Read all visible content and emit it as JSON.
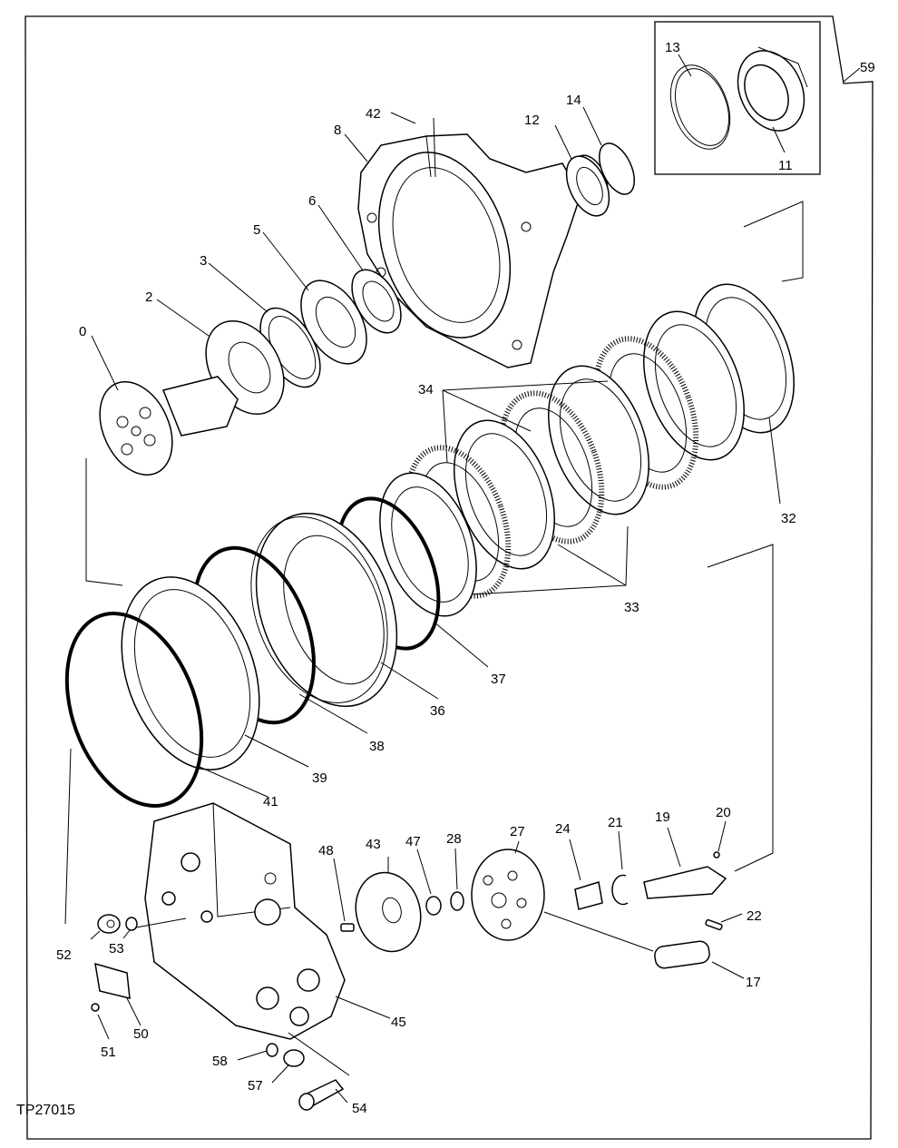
{
  "figure_code": "TP27015",
  "callouts": [
    "0",
    "2",
    "3",
    "5",
    "6",
    "8",
    "42",
    "12",
    "14",
    "13",
    "11",
    "59",
    "34",
    "32",
    "33",
    "37",
    "36",
    "38",
    "39",
    "41",
    "48",
    "43",
    "47",
    "28",
    "27",
    "24",
    "21",
    "19",
    "20",
    "22",
    "17",
    "52",
    "53",
    "50",
    "51",
    "45",
    "58",
    "57",
    "54"
  ]
}
